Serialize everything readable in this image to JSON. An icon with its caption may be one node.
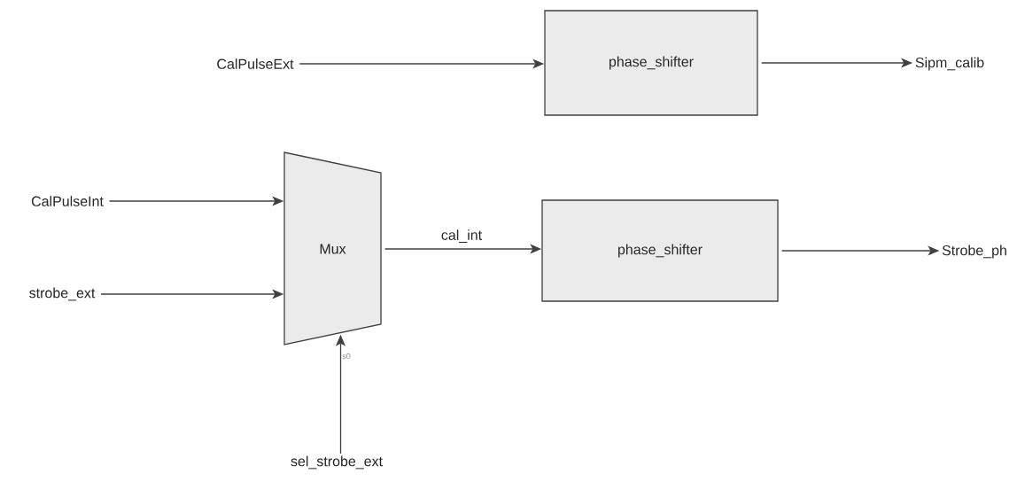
{
  "diagram": {
    "nodes": [
      {
        "text": [
          "CalPulseExt"
        ]
      },
      {
        "text": [
          "phase_shifter"
        ]
      },
      {
        "text": [
          "Sipm_calib"
        ]
      },
      {
        "text": [
          "CalPulseInt"
        ]
      },
      {
        "text": [
          "strobe_ext"
        ]
      },
      {
        "text": [
          "Mux"
        ]
      },
      {
        "text": [
          "phase_shifter"
        ]
      },
      {
        "text": [
          "Strobe_ph"
        ]
      },
      {
        "text": [
          "sel_strobe_ext"
        ]
      }
    ],
    "edges": [
      {
        "from": 0,
        "to": 1,
        "arrow": "to"
      },
      {
        "from": 1,
        "to": 2,
        "arrow": "to"
      },
      {
        "from": 3,
        "to": 5,
        "arrow": "to"
      },
      {
        "from": 4,
        "to": 5,
        "arrow": "to"
      },
      {
        "from": 5,
        "to": 6,
        "arrow": "to",
        "label": "cal_int"
      },
      {
        "from": 6,
        "to": 7,
        "arrow": "to"
      },
      {
        "from": 8,
        "to": 5,
        "arrow": "to"
      }
    ],
    "labels": [
      "s0"
    ]
  }
}
